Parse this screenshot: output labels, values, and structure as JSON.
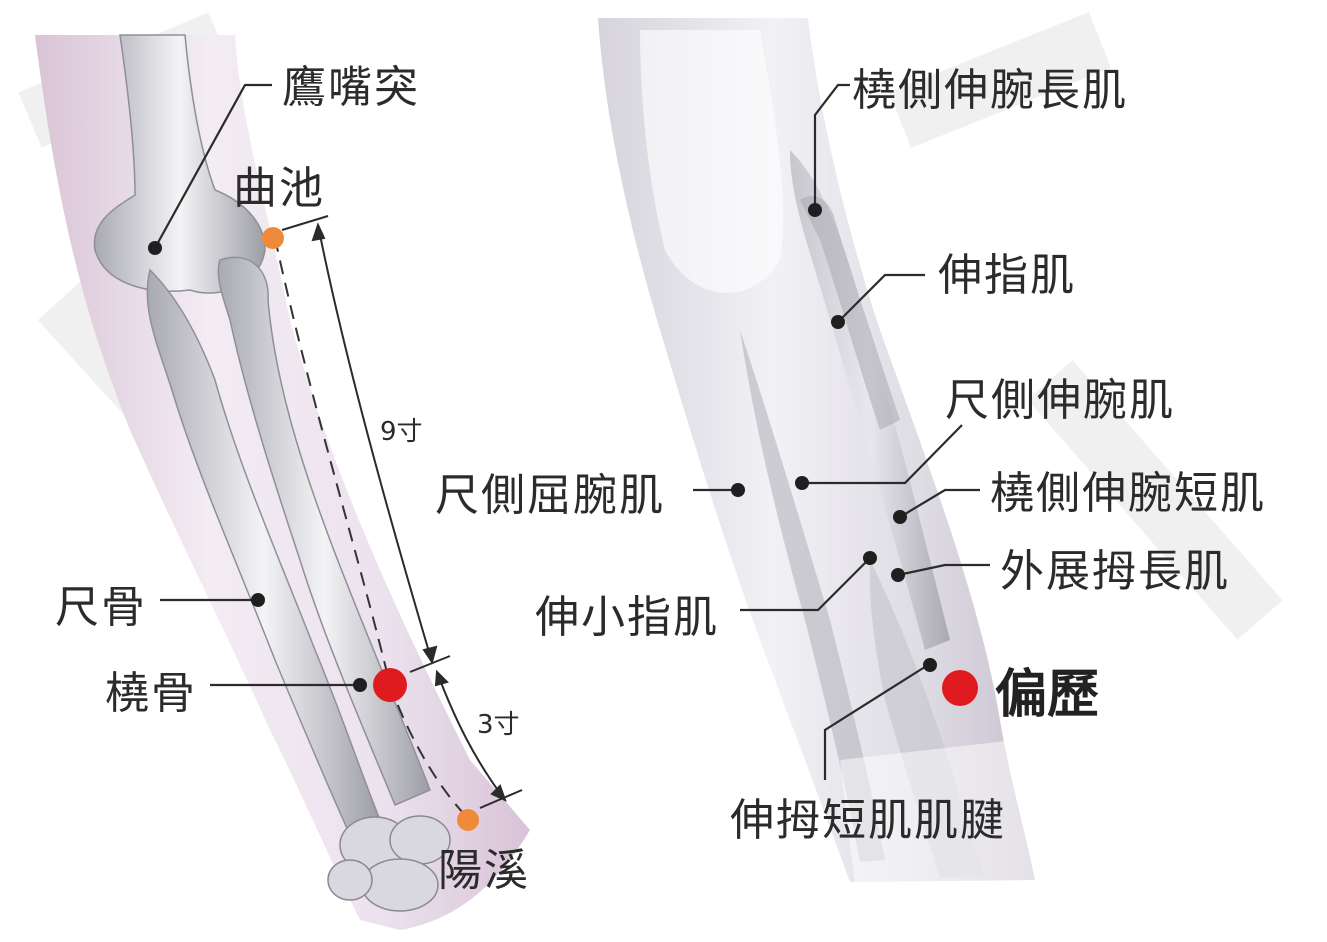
{
  "left_figure": {
    "labels": {
      "olecranon": "鷹嘴突",
      "quchi": "曲池",
      "ulna": "尺骨",
      "radius": "橈骨",
      "yangxi": "陽溪",
      "dist_upper": "9寸",
      "dist_lower": "3寸"
    }
  },
  "right_figure": {
    "labels": {
      "ecrl": "橈側伸腕長肌",
      "ed": "伸指肌",
      "ecu": "尺側伸腕肌",
      "fcu": "尺側屈腕肌",
      "ecrb": "橈側伸腕短肌",
      "edm": "伸小指肌",
      "apl": "外展拇長肌",
      "pianli": "偏歷",
      "epb": "伸拇短肌肌腱"
    }
  },
  "colors": {
    "acupoint_main": "#e01b1f",
    "acupoint_secondary": "#ef8a3a",
    "skin_tint": "#eadbe6",
    "bone": "#c9c9cf",
    "text": "#2b2b2b"
  }
}
